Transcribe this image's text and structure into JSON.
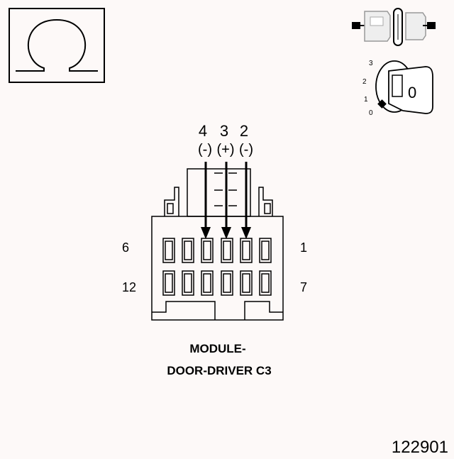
{
  "ohmmeter_symbol": "Ω",
  "pins": [
    {
      "number": "4",
      "polarity": "(-)"
    },
    {
      "number": "3",
      "polarity": "(+)"
    },
    {
      "number": "2",
      "polarity": "(-)"
    }
  ],
  "row_labels": {
    "top_left": "6",
    "top_right": "1",
    "bottom_left": "12",
    "bottom_right": "7"
  },
  "ignition": {
    "positions": [
      "3",
      "2",
      "1",
      "0"
    ],
    "key_position": "0"
  },
  "caption": {
    "line1": "MODULE-",
    "line2": "DOOR-DRIVER C3"
  },
  "figure_id": "122901"
}
